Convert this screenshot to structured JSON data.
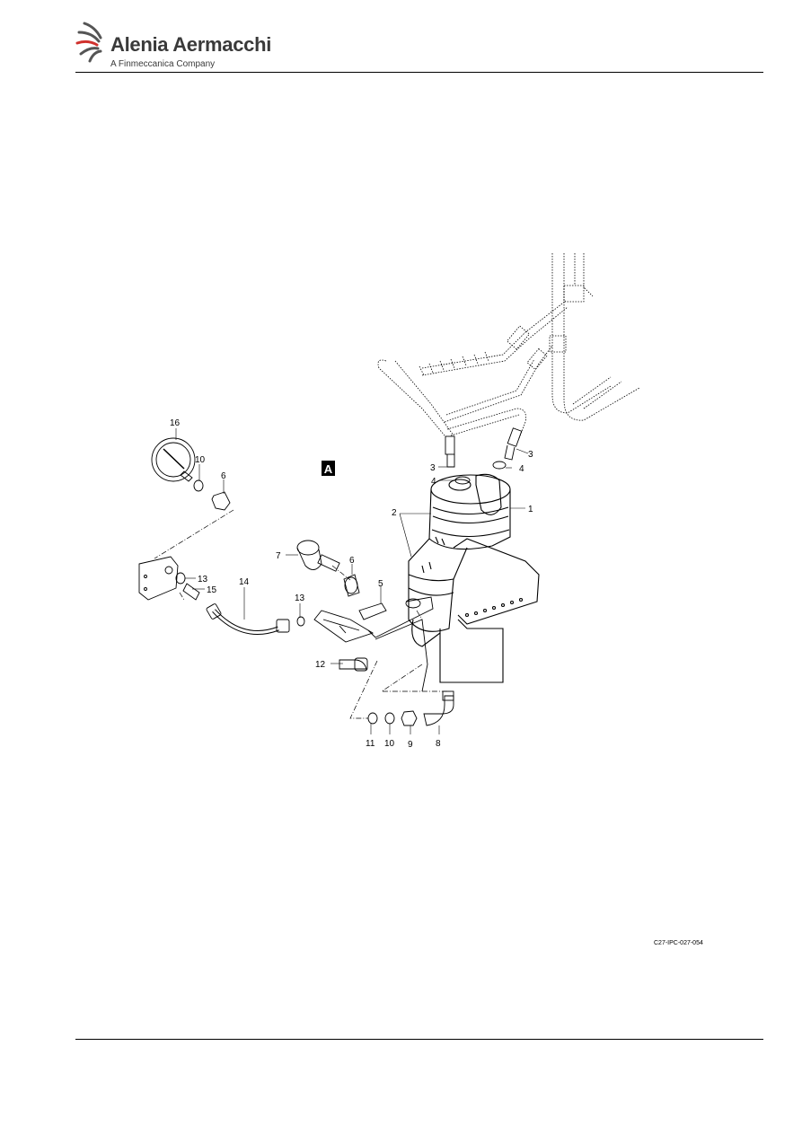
{
  "header": {
    "brand_name": "Alenia Aermacchi",
    "tagline": "A Finmeccanica Company",
    "logo_icon": "alenia-swirl-logo-icon",
    "brand_accent": "#d0312d"
  },
  "figure": {
    "detail_letter": "A",
    "reference": "C27-IPC-027-054",
    "callouts": {
      "c1": "1",
      "c2": "2",
      "c3a": "3",
      "c3b": "3",
      "c4a": "4",
      "c4b": "4",
      "c5": "5",
      "c6a": "6",
      "c6b": "6",
      "c7": "7",
      "c8": "8",
      "c9": "9",
      "c10a": "10",
      "c10b": "10",
      "c11": "11",
      "c12": "12",
      "c13a": "13",
      "c13b": "13",
      "c14": "14",
      "c15": "15",
      "c16": "16"
    }
  }
}
